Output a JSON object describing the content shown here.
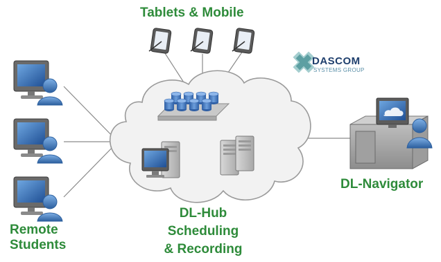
{
  "labels": {
    "tablets": "Tablets & Mobile",
    "remote_line1": "Remote",
    "remote_line2": "Students",
    "hub_line1": "DL-Hub",
    "hub_line2": "Scheduling",
    "hub_line3": "& Recording",
    "navigator": "DL-Navigator"
  },
  "logo": {
    "name": "DASCOM",
    "tagline": "SYSTEMS GROUP"
  },
  "colors": {
    "label_green": "#2e8b3a",
    "cloud_fill": "#f2f2f2",
    "cloud_stroke": "#9a9a9a",
    "database_blue": "#3f73b8",
    "screen_blue": "#3b6fb3",
    "user_blue": "#4f86c6",
    "logo_teal": "#5aa6a8",
    "connector_gray": "#8a8a8a"
  },
  "icons": [
    "tablet-icon",
    "desktop-user-icon",
    "database-cluster-icon",
    "workstation-icon",
    "server-tower-icon",
    "navigator-desk-icon",
    "dascom-logo-icon"
  ]
}
